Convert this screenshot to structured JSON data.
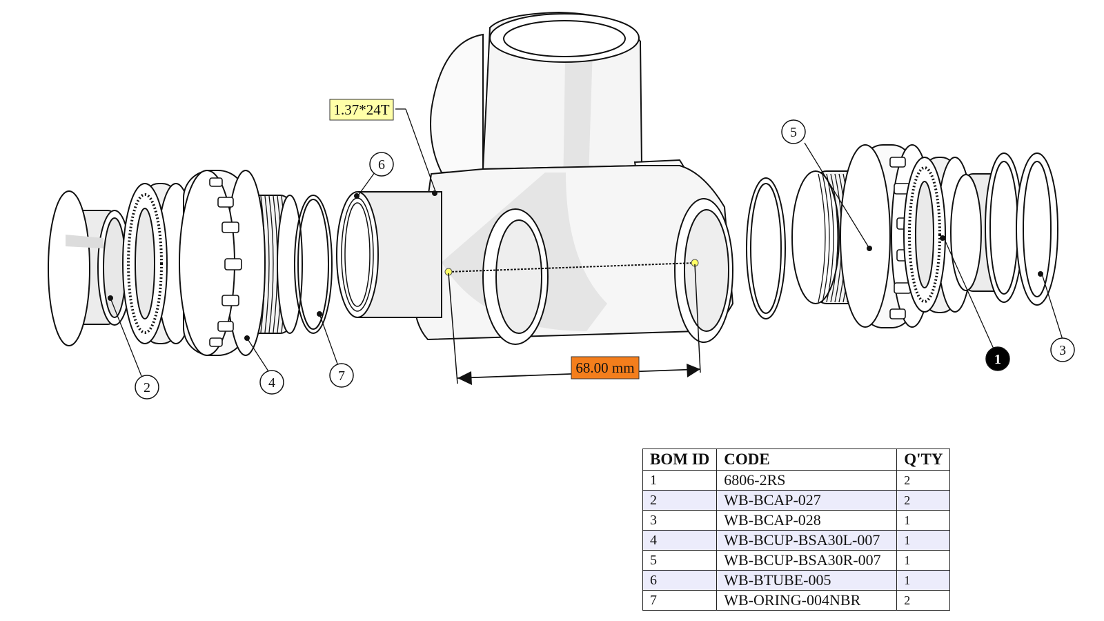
{
  "annotations": {
    "thread_label": "1.37*24T",
    "dimension_label": "68.00 mm"
  },
  "callouts": [
    "1",
    "2",
    "3",
    "4",
    "5",
    "6",
    "7"
  ],
  "bom": {
    "headers": {
      "id": "BOM ID",
      "code": "CODE",
      "qty": "Q'TY"
    },
    "rows": [
      {
        "id": "1",
        "code": "6806-2RS",
        "qty": "2"
      },
      {
        "id": "2",
        "code": "WB-BCAP-027",
        "qty": "2"
      },
      {
        "id": "3",
        "code": "WB-BCAP-028",
        "qty": "1"
      },
      {
        "id": "4",
        "code": "WB-BCUP-BSA30L-007",
        "qty": "1"
      },
      {
        "id": "5",
        "code": "WB-BCUP-BSA30R-007",
        "qty": "1"
      },
      {
        "id": "6",
        "code": "WB-BTUBE-005",
        "qty": "1"
      },
      {
        "id": "7",
        "code": "WB-ORING-004NBR",
        "qty": "2"
      }
    ]
  },
  "colors": {
    "line": "#111111",
    "shade": "#e6e6e6",
    "thread_label_bg": "#ffffa8",
    "dimension_label_bg": "#f47e1c",
    "highlight_callout": "#000000",
    "table_alt_row": "#ececfb"
  }
}
